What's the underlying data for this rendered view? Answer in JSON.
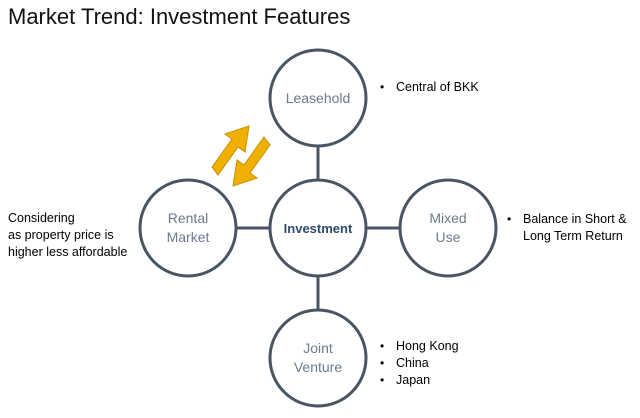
{
  "title": "Market Trend: Investment Features",
  "nodes": {
    "center": "Investment",
    "top": "Leasehold",
    "left": [
      "Rental",
      "Market"
    ],
    "right": [
      "Mixed",
      "Use"
    ],
    "bottom": [
      "Joint",
      "Venture"
    ]
  },
  "notes": {
    "leasehold": [
      "Central of BKK"
    ],
    "left": [
      "Considering",
      "as property price is",
      "higher less affordable"
    ],
    "right": [
      "Balance in Short &",
      "Long Term Return"
    ],
    "joint_venture": [
      "Hong Kong",
      "China",
      "Japan"
    ]
  },
  "colors": {
    "circle_stroke": "#4a5563",
    "connector": "#4a5563",
    "arrow_fill": "#f0b000",
    "arrow_stroke": "#c98f00",
    "node_text": "#6b7a8c",
    "center_text": "#2f4a6b"
  },
  "icons": {
    "arrows": "bidirectional-arrows-icon"
  }
}
